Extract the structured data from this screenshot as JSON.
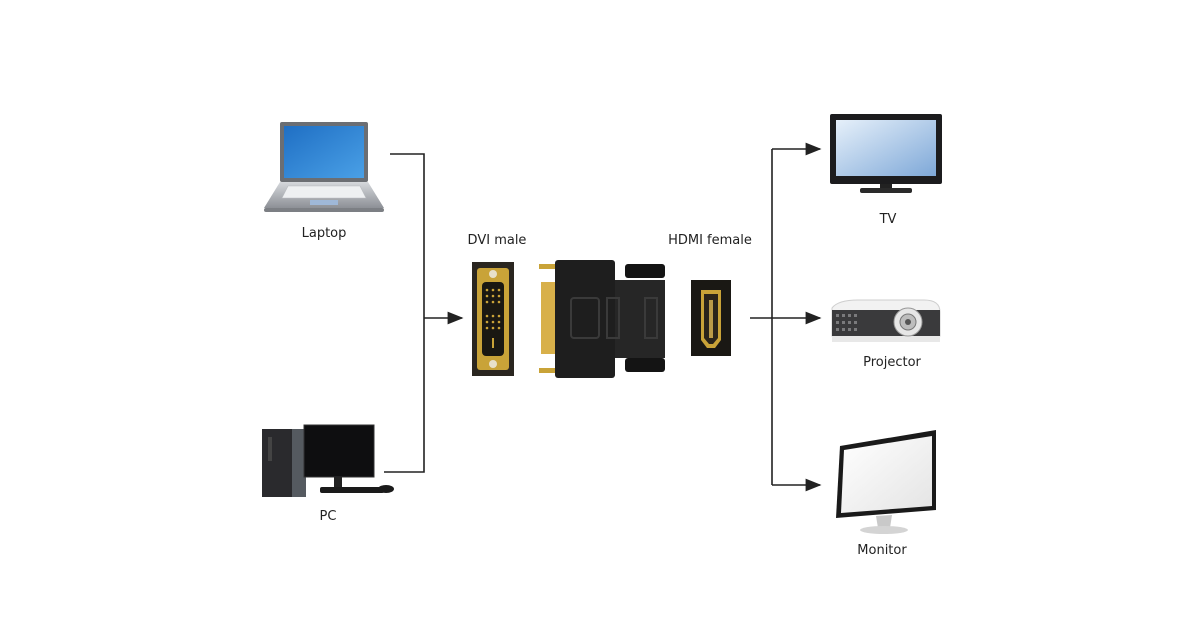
{
  "sources": [
    {
      "label": "Laptop",
      "icon": "laptop-icon"
    },
    {
      "label": "PC",
      "icon": "desktop-pc-icon"
    }
  ],
  "adapter": {
    "input_label": "DVI male",
    "output_label": "HDMI female"
  },
  "targets": [
    {
      "label": "TV",
      "icon": "tv-icon"
    },
    {
      "label": "Projector",
      "icon": "projector-icon"
    },
    {
      "label": "Monitor",
      "icon": "monitor-icon"
    }
  ],
  "colors": {
    "line": "#222222",
    "gold": "#c9a338",
    "connector_black": "#1c1c1c",
    "screen_blue": "#2f7fd0"
  }
}
